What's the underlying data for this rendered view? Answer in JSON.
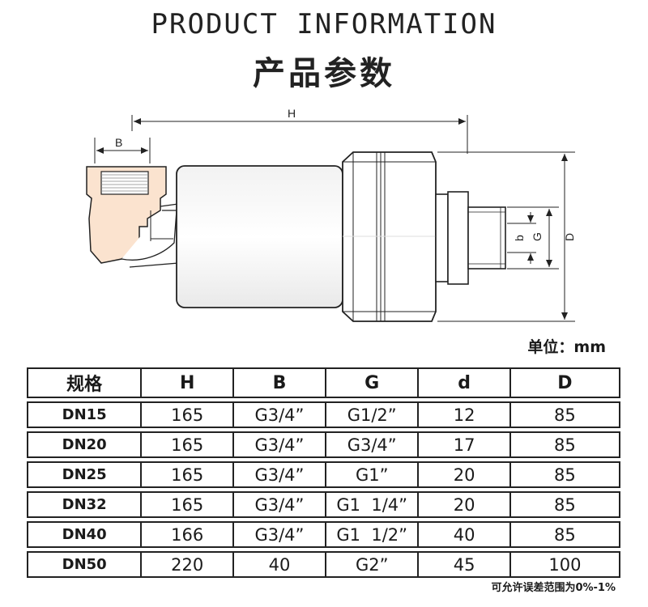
{
  "header": {
    "title_en": "PRODUCT INFORMATION",
    "title_cn": "产品参数"
  },
  "drawing": {
    "labels": {
      "H": "H",
      "B": "B",
      "b": "b",
      "G": "G",
      "D": "D"
    }
  },
  "unit_label": "单位：mm",
  "table": {
    "columns": [
      "规格",
      "H",
      "B",
      "G",
      "d",
      "D"
    ],
    "rows": [
      [
        "DN15",
        "165",
        "G3/4”",
        "G1/2”",
        "12",
        "85"
      ],
      [
        "DN20",
        "165",
        "G3/4”",
        "G3/4”",
        "17",
        "85"
      ],
      [
        "DN25",
        "165",
        "G3/4”",
        "G1”",
        "20",
        "85"
      ],
      [
        "DN32",
        "165",
        "G3/4”",
        "G1  1/4”",
        "20",
        "85"
      ],
      [
        "DN40",
        "166",
        "G3/4”",
        "G1  1/2”",
        "40",
        "85"
      ],
      [
        "DN50",
        "220",
        "40",
        "G2”",
        "45",
        "100"
      ]
    ]
  },
  "tolerance_note": "可允许误差范围为0%-1%"
}
